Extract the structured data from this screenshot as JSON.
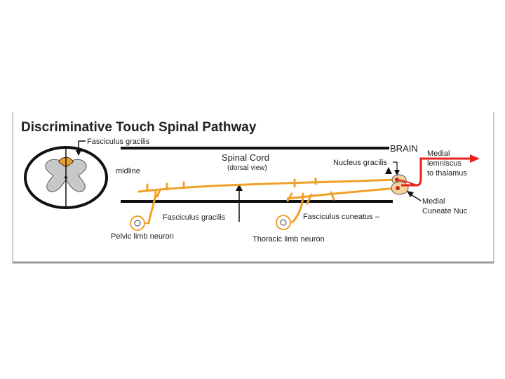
{
  "title": "Discriminative Touch Spinal Pathway",
  "labels": {
    "fasciculus_gracilis_top": "Fasciculus gracilis",
    "midline": "midline",
    "spinal_cord": "Spinal Cord",
    "dorsal_view": "(dorsal view)",
    "brain": "BRAIN",
    "nucleus_gracilis": "Nucleus gracilis",
    "medial_lemniscus": [
      "Medial",
      "lemniscus",
      "to thalamus"
    ],
    "medial_cuneate": [
      "Medial",
      "Cuneate Nuc"
    ],
    "fasciculus_gracilis_bottom": "Fasciculus gracilis",
    "fasciculus_cuneatus": "Fasciculus cuneatus –",
    "pelvic_neuron": "Pelvic limb neuron",
    "thoracic_neuron": "Thoracic limb neuron"
  },
  "colors": {
    "fiber": "#f0a028",
    "lemniscus": "#e8221b",
    "gray_matter": "#c8c8c8",
    "line": "#111111",
    "frame": "#999999"
  }
}
